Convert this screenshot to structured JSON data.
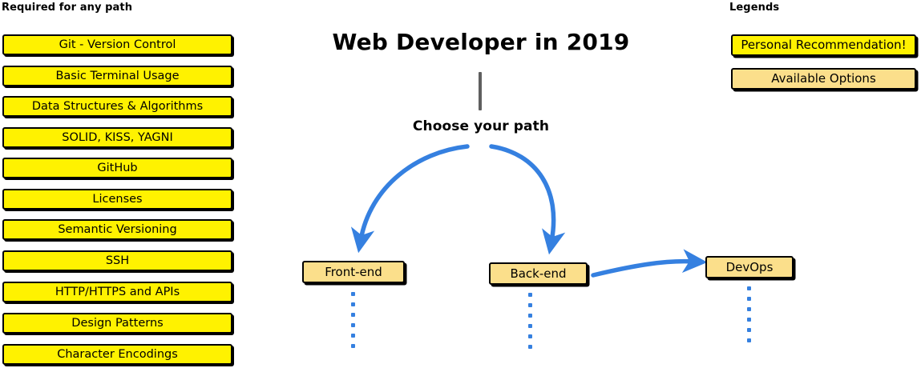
{
  "colors": {
    "recommendation_yellow": "#FFF200",
    "available_peach": "#FBDF8B",
    "arrow_blue": "#3580E0",
    "stem_gray": "#5F5F5F",
    "outline_black": "#000000",
    "background": "#FFFFFF"
  },
  "required_column": {
    "heading": "Required for any path",
    "items": [
      {
        "label": "Git - Version Control"
      },
      {
        "label": "Basic Terminal Usage"
      },
      {
        "label": "Data Structures & Algorithms"
      },
      {
        "label": "SOLID, KISS, YAGNI"
      },
      {
        "label": "GitHub"
      },
      {
        "label": "Licenses"
      },
      {
        "label": "Semantic Versioning"
      },
      {
        "label": "SSH"
      },
      {
        "label": "HTTP/HTTPS and APIs"
      },
      {
        "label": "Design Patterns"
      },
      {
        "label": "Character Encodings"
      }
    ]
  },
  "center": {
    "title": "Web Developer in 2019",
    "choose_path_label": "Choose your path",
    "nodes": [
      {
        "id": "frontend",
        "label": "Front-end"
      },
      {
        "id": "backend",
        "label": "Back-end"
      },
      {
        "id": "devops",
        "label": "DevOps"
      }
    ]
  },
  "legends": {
    "heading": "Legends",
    "items": [
      {
        "label": "Personal Recommendation!",
        "swatch": "#FFF200"
      },
      {
        "label": "Available Options",
        "swatch": "#FBDF8B"
      }
    ]
  },
  "chart_data": {
    "type": "diagram",
    "title": "Web Developer in 2019",
    "nodes": [
      "Web Developer in 2019",
      "Choose your path",
      "Front-end",
      "Back-end",
      "DevOps"
    ],
    "edges": [
      {
        "from": "Web Developer in 2019",
        "to": "Choose your path",
        "style": "gray-stem"
      },
      {
        "from": "Choose your path",
        "to": "Front-end",
        "style": "blue-curved-arrow"
      },
      {
        "from": "Choose your path",
        "to": "Back-end",
        "style": "blue-curved-arrow"
      },
      {
        "from": "Back-end",
        "to": "DevOps",
        "style": "blue-curved-arrow"
      },
      {
        "from": "Front-end",
        "to": "(continues)",
        "style": "blue-dotted"
      },
      {
        "from": "Back-end",
        "to": "(continues)",
        "style": "blue-dotted"
      },
      {
        "from": "DevOps",
        "to": "(continues)",
        "style": "blue-dotted"
      }
    ]
  }
}
